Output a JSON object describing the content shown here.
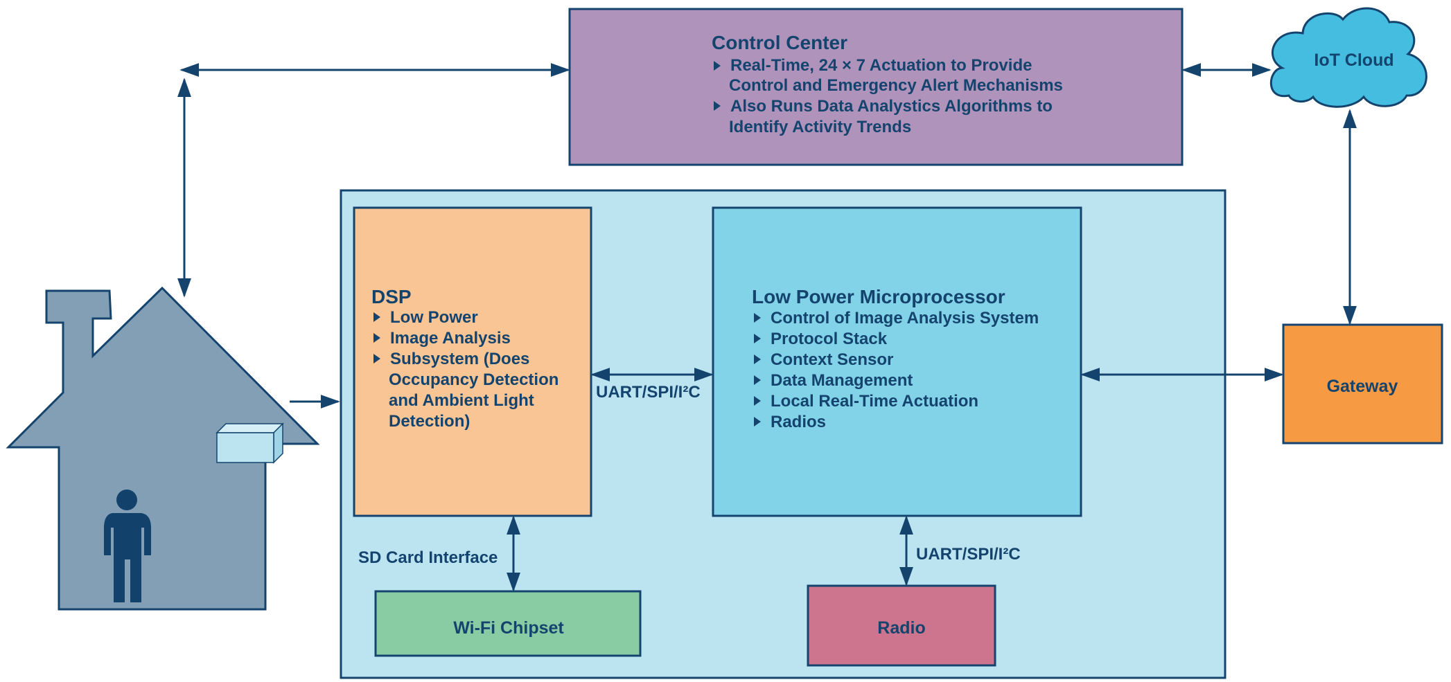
{
  "control_center": {
    "title": "Control Center",
    "bullets": [
      [
        "Real-Time, 24 × 7 Actuation to Provide",
        "Control and Emergency Alert Mechanisms"
      ],
      [
        "Also Runs Data Analystics Algorithms to",
        "Identify Activity Trends"
      ]
    ]
  },
  "iot_cloud": {
    "label": "IoT Cloud"
  },
  "dsp": {
    "title": "DSP",
    "bullets": [
      [
        "Low Power"
      ],
      [
        "Image Analysis"
      ],
      [
        "Subsystem (Does",
        "Occupancy Detection",
        "and Ambient Light",
        "Detection)"
      ]
    ]
  },
  "microprocessor": {
    "title": "Low Power Microprocessor",
    "bullets": [
      [
        "Control of Image Analysis System"
      ],
      [
        "Protocol Stack"
      ],
      [
        "Context Sensor"
      ],
      [
        "Data Management"
      ],
      [
        "Local Real-Time Actuation"
      ],
      [
        "Radios"
      ]
    ]
  },
  "gateway": {
    "label": "Gateway"
  },
  "wifi": {
    "label": "Wi-Fi Chipset"
  },
  "radio": {
    "label": "Radio"
  },
  "links": {
    "dsp_mcu": "UART/SPI/I²C",
    "mcu_radio": "UART/SPI/I²C",
    "sd_card": "SD Card Interface"
  },
  "colors": {
    "stroke": "#14446e",
    "control_center": "#af93bb",
    "system_panel": "#bbe4f0",
    "dsp": "#f9c594",
    "microprocessor": "#82d2e8",
    "gateway": "#f69b43",
    "wifi": "#89cba2",
    "radio": "#cd758e",
    "cloud": "#45bde0",
    "house": "#839fb5",
    "person": "#12426b"
  }
}
